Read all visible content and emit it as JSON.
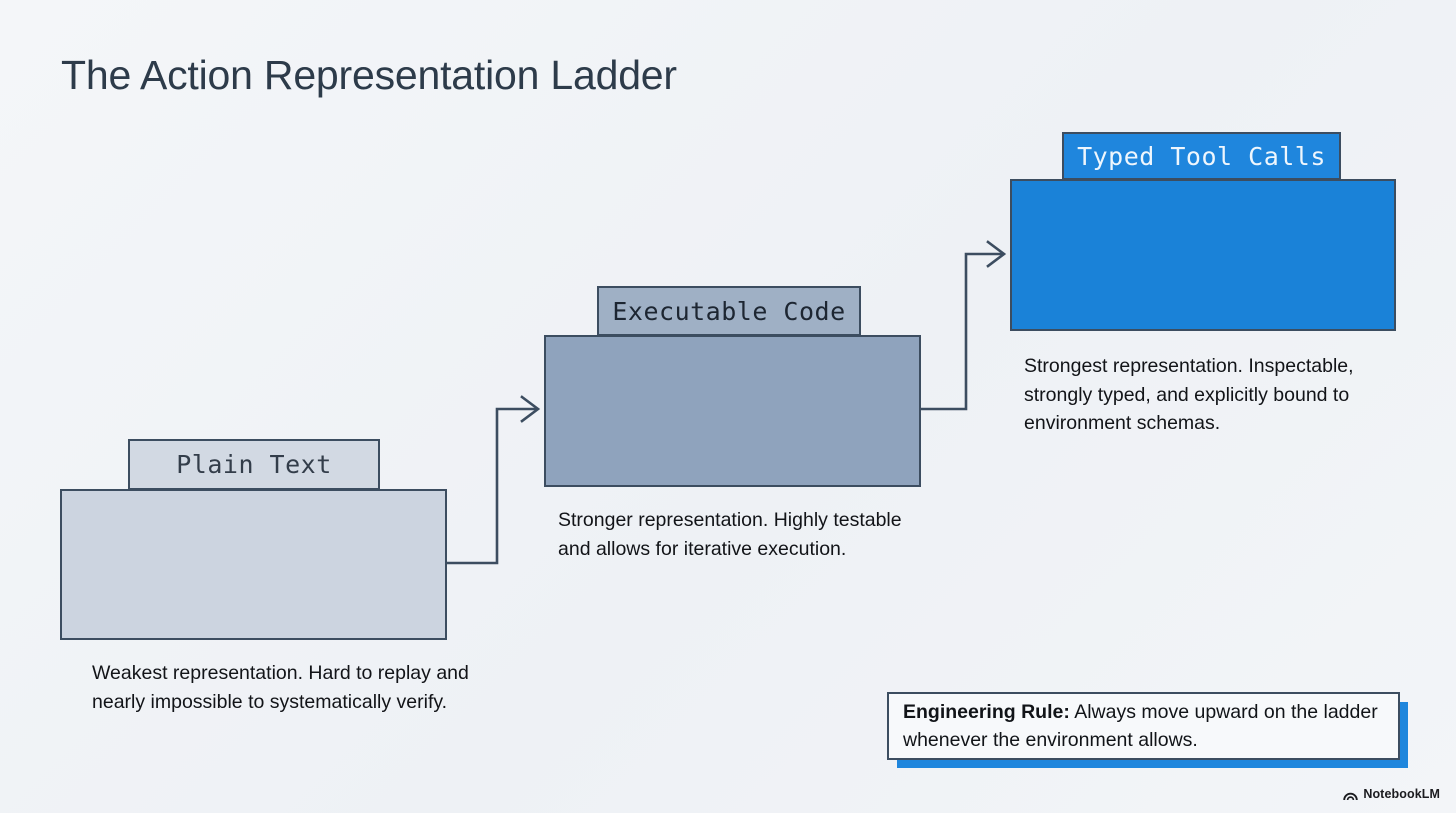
{
  "title": "The Action Representation Ladder",
  "colors": {
    "background": "#f1f4f8",
    "title_text": "#2d3b4a",
    "border": "#3c4d60",
    "step1_tab_fill": "#d2d9e3",
    "step1_body_fill": "#ccd4e0",
    "step2_tab_fill": "#9fb0c5",
    "step2_body_fill": "#8fa3bd",
    "step3_tab_fill": "#1f86dd",
    "step3_body_fill": "#1a82d8",
    "accent_blue": "#1f86dd",
    "callout_fill": "#f7f9fb",
    "caption_text": "#121418"
  },
  "steps": [
    {
      "id": "plain-text",
      "label": "Plain Text",
      "caption": "Weakest representation. Hard to replay and nearly impossible to systematically verify.",
      "rank": 1
    },
    {
      "id": "executable-code",
      "label": "Executable Code",
      "caption": "Stronger representation. Highly testable and allows for iterative execution.",
      "rank": 2
    },
    {
      "id": "typed-tool-calls",
      "label": "Typed Tool Calls",
      "caption": "Strongest representation. Inspectable, strongly typed, and explicitly bound to environment schemas.",
      "rank": 3
    }
  ],
  "connectors": [
    {
      "from": "plain-text",
      "to": "executable-code",
      "style": "elbow-arrow"
    },
    {
      "from": "executable-code",
      "to": "typed-tool-calls",
      "style": "elbow-arrow"
    }
  ],
  "callout": {
    "lead": "Engineering Rule:",
    "body": "Always move upward on the ladder whenever the environment allows."
  },
  "watermark": {
    "label": "NotebookLM",
    "icon": "notebooklm-arc-icon"
  }
}
